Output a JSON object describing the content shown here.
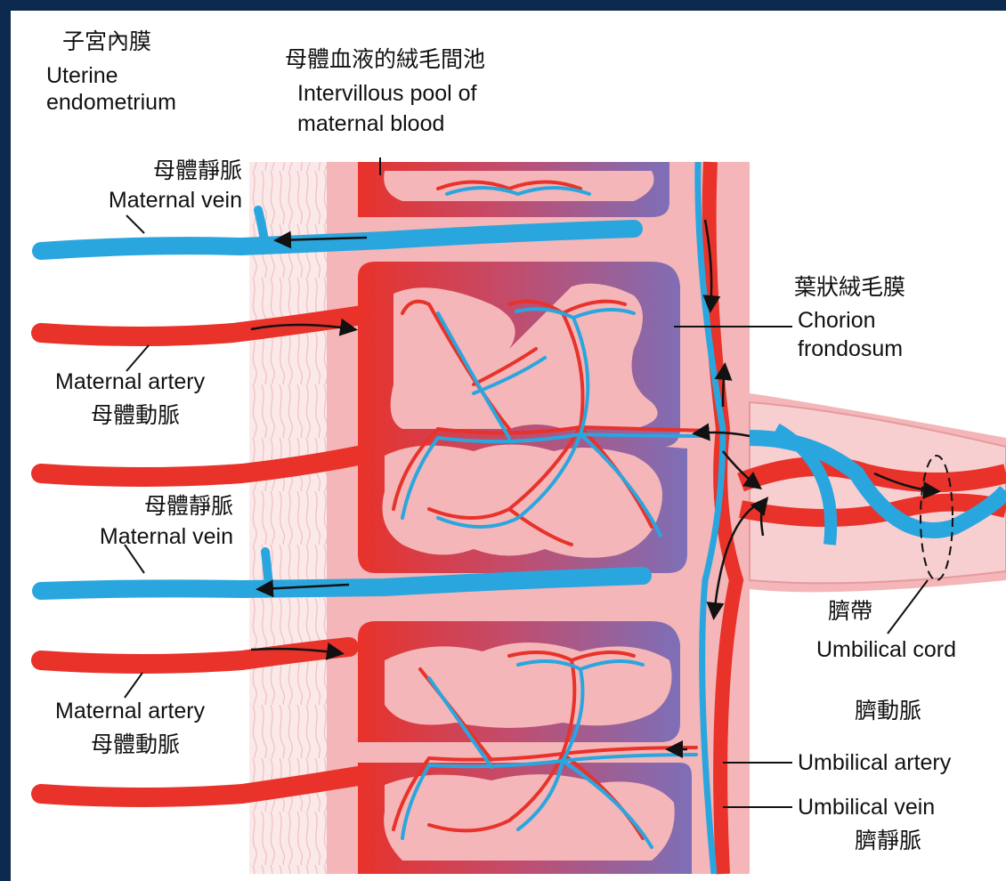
{
  "labels": {
    "uterine_zh": "子宮內膜",
    "uterine_en_1": "Uterine",
    "uterine_en_2": "endometrium",
    "pool_zh": "母體血液的絨毛間池",
    "pool_en_1": "Intervillous pool of",
    "pool_en_2": "maternal blood",
    "mvein1_zh": "母體靜脈",
    "mvein1_en": "Maternal vein",
    "mart1_en": "Maternal artery",
    "mart1_zh": "母體動脈",
    "mvein2_zh": "母體靜脈",
    "mvein2_en": "Maternal vein",
    "mart2_en": "Maternal artery",
    "mart2_zh": "母體動脈",
    "chorion_zh": "葉狀絨毛膜",
    "chorion_en_1": "Chorion",
    "chorion_en_2": "frondosum",
    "cord_zh": "臍帶",
    "cord_en": "Umbilical cord",
    "uart_zh": "臍動脈",
    "uart_en": "Umbilical artery",
    "uvein_en": "Umbilical vein",
    "uvein_zh": "臍靜脈"
  },
  "colors": {
    "artery": "#e8322a",
    "vein": "#2aa6df",
    "tissue": "#f4b6b8",
    "pool_dark": "#7d6fb8"
  }
}
